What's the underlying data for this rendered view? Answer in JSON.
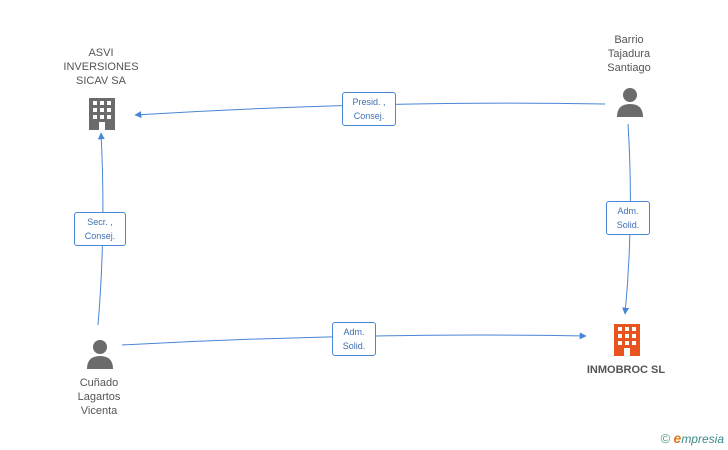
{
  "nodes": {
    "asvi": {
      "label": "ASVI\nINVERSIONES\nSICAV SA",
      "type": "company",
      "color": "#6b6b6b"
    },
    "barrio": {
      "label": "Barrio\nTajadura\nSantiago",
      "type": "person",
      "color": "#6b6b6b"
    },
    "cunado": {
      "label": "Cuñado\nLagartos\nVicenta",
      "type": "person",
      "color": "#6b6b6b"
    },
    "inmobroc": {
      "label": "INMOBROC SL",
      "type": "company",
      "color": "#e8541e"
    }
  },
  "edges": {
    "barrio_asvi": {
      "label": "Presid. ,\nConsej."
    },
    "cunado_asvi": {
      "label": "Secr. ,\nConsej."
    },
    "barrio_inmobroc": {
      "label": "Adm.\nSolid."
    },
    "cunado_inmobroc": {
      "label": "Adm.\nSolid."
    }
  },
  "colors": {
    "edge": "#4a86d6",
    "node_grey": "#6b6b6b",
    "node_accent": "#e8541e"
  },
  "footer": {
    "copyright_symbol": "©",
    "brand_first": "e",
    "brand_rest": "mpresia"
  }
}
